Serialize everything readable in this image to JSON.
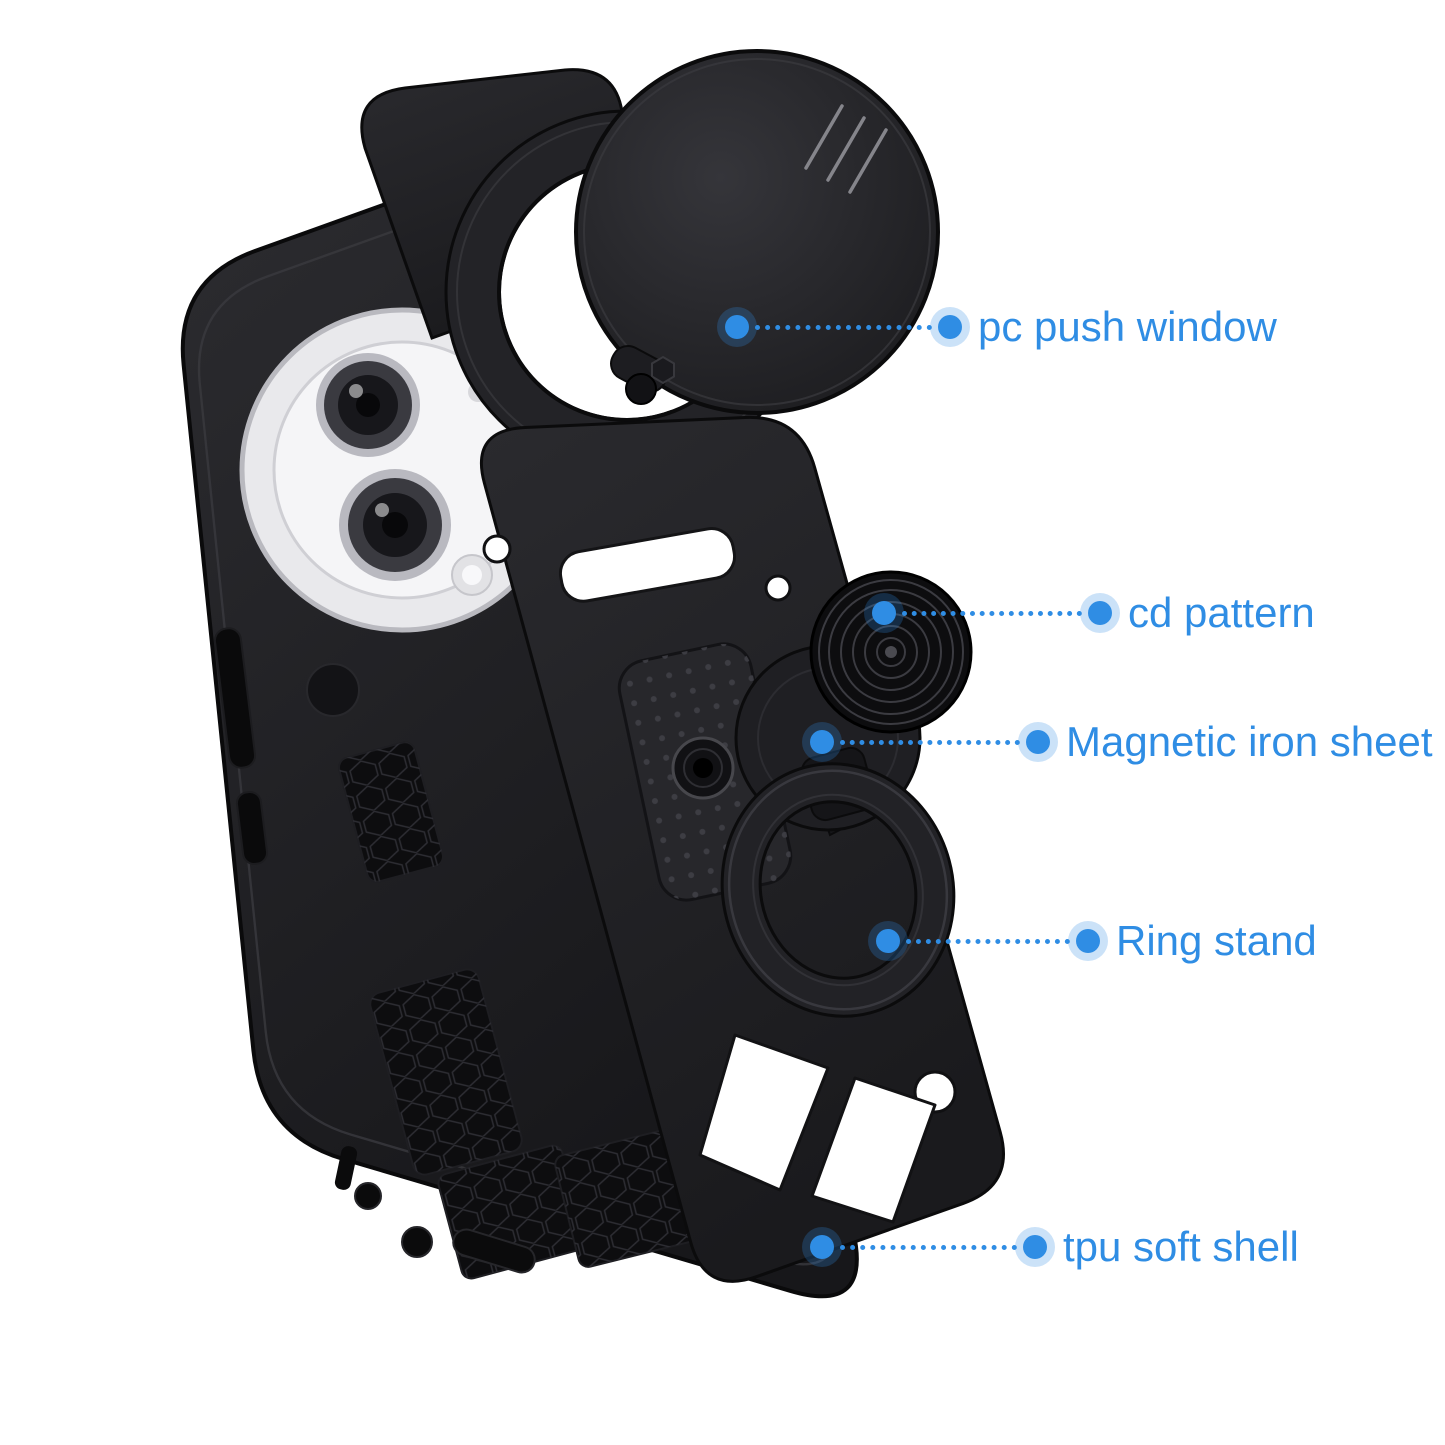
{
  "background": "#ffffff",
  "accent_color": "#2f8de4",
  "product_colors": {
    "case_black": "#1b1b1d",
    "camera_ring_silver": "#e9e9ec"
  },
  "callouts": [
    {
      "id": "pc-push-window",
      "label": "pc push window"
    },
    {
      "id": "cd-pattern",
      "label": "cd pattern"
    },
    {
      "id": "magnetic-iron-sheet",
      "label": "Magnetic iron sheet"
    },
    {
      "id": "ring-stand",
      "label": "Ring stand"
    },
    {
      "id": "tpu-soft-shell",
      "label": "tpu soft shell"
    }
  ]
}
